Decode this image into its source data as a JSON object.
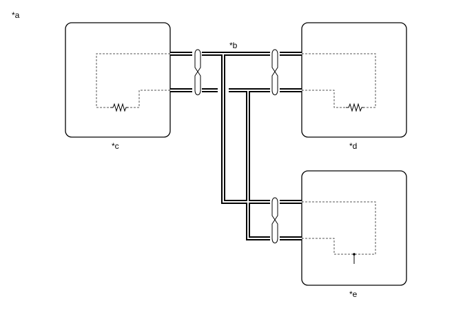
{
  "labels": {
    "a": "*a",
    "b": "*b",
    "c": "*c",
    "d": "*d",
    "e": "*e"
  },
  "colors": {
    "line": "#000000",
    "background": "#ffffff",
    "dashed": "#555555"
  }
}
